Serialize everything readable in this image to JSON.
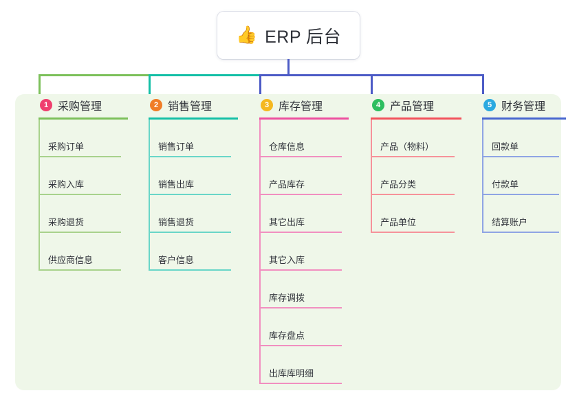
{
  "diagram": {
    "type": "mind-map",
    "title": "ERP 后台",
    "root": {
      "emoji": "👍",
      "emoji_name": "thumbs-up-emoji",
      "label": "ERP 后台",
      "stem_color": "#4c5bc6"
    },
    "panel_color": "#eff7e9",
    "branches": [
      {
        "number": "1",
        "label": "采购管理",
        "badge_color": "#ef3f6e",
        "line_color": "#7cc05a",
        "leaf_line_color": "#a8d28c",
        "bus_color": "#7cc05a",
        "items": [
          "采购订单",
          "采购入库",
          "采购退货",
          "供应商信息"
        ]
      },
      {
        "number": "2",
        "label": "销售管理",
        "badge_color": "#f07d27",
        "line_color": "#13bfa6",
        "leaf_line_color": "#69d6c8",
        "bus_color": "#13bfa6",
        "items": [
          "销售订单",
          "销售出库",
          "销售退货",
          "客户信息"
        ]
      },
      {
        "number": "3",
        "label": "库存管理",
        "badge_color": "#f5b820",
        "line_color": "#ed4e9e",
        "leaf_line_color": "#f18fc0",
        "bus_color": "#4c5bc6",
        "items": [
          "仓库信息",
          "产品库存",
          "其它出库",
          "其它入库",
          "库存调拨",
          "库存盘点",
          "出库库明细"
        ]
      },
      {
        "number": "4",
        "label": "产品管理",
        "badge_color": "#2dbe5f",
        "line_color": "#f2505a",
        "leaf_line_color": "#f6929a",
        "bus_color": "#4c5bc6",
        "items": [
          "产品（物料）",
          "产品分类",
          "产品单位"
        ]
      },
      {
        "number": "5",
        "label": "财务管理",
        "badge_color": "#2ba9e0",
        "line_color": "#4665cf",
        "leaf_line_color": "#8fa4e4",
        "bus_color": "#4c5bc6",
        "items": [
          "回款单",
          "付款单",
          "结算账户"
        ]
      }
    ]
  }
}
